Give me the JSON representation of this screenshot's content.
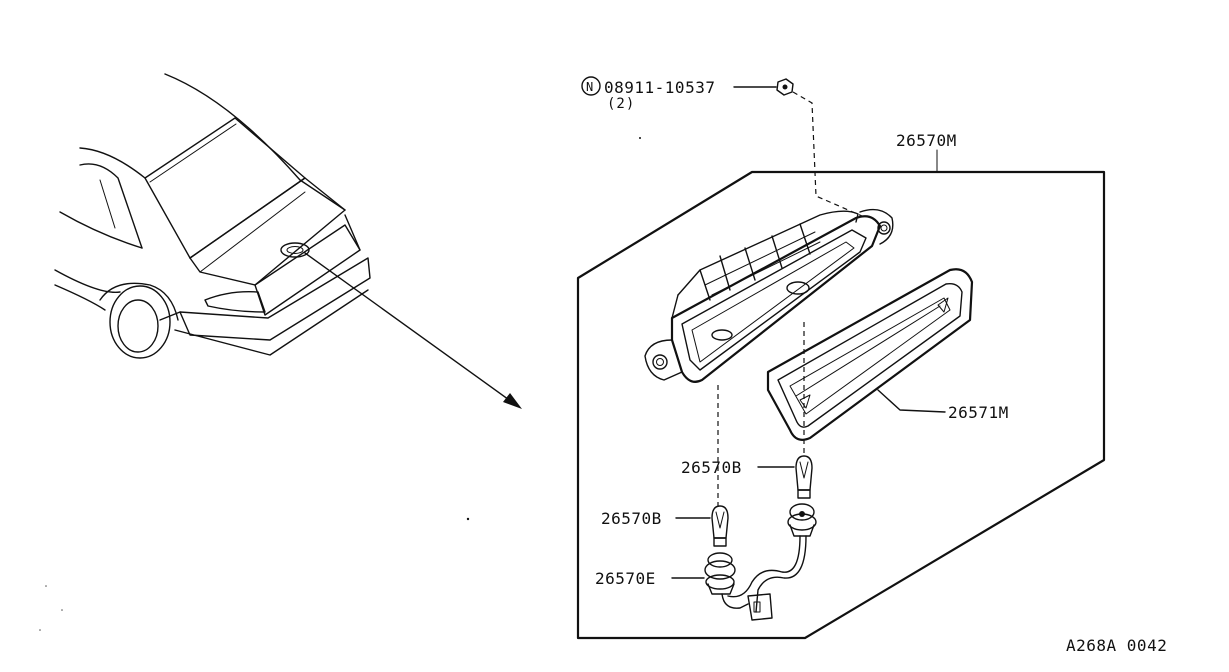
{
  "labels": {
    "nut_part_no": "08911-10537",
    "nut_qty": "(2)",
    "nut_prefix": "N",
    "assembly": "26570M",
    "lens": "26571M",
    "bulb_upper": "26570B",
    "bulb_lower": "26570B",
    "harness": "26570E",
    "diagram_code": "A268A 0042"
  }
}
